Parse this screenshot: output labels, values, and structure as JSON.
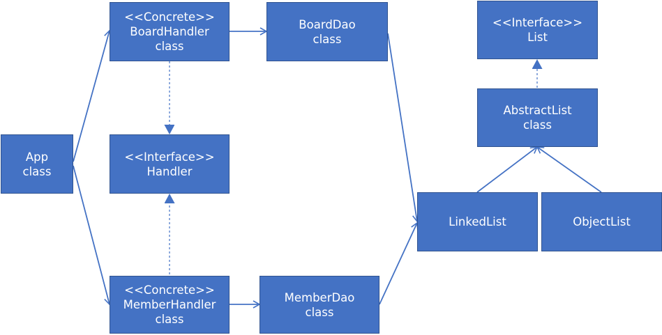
{
  "diagram": {
    "colors": {
      "box_fill": "#4472C4",
      "box_border": "#2F528F",
      "box_text": "#FFFFFF",
      "connector": "#4472C4"
    },
    "nodes": {
      "app": {
        "line1": "App",
        "line2": "class"
      },
      "board_handler": {
        "line1": "<<Concrete>>",
        "line2": "BoardHandler",
        "line3": "class"
      },
      "handler_interface": {
        "line1": "<<Interface>>",
        "line2": "Handler"
      },
      "member_handler": {
        "line1": "<<Concrete>>",
        "line2": "MemberHandler",
        "line3": "class"
      },
      "board_dao": {
        "line1": "BoardDao",
        "line2": "class"
      },
      "member_dao": {
        "line1": "MemberDao",
        "line2": "class"
      },
      "list_interface": {
        "line1": "<<Interface>>",
        "line2": "List"
      },
      "abstract_list": {
        "line1": "AbstractList",
        "line2": "class"
      },
      "linked_list": {
        "line1": "LinkedList"
      },
      "object_list": {
        "line1": "ObjectList"
      }
    },
    "edges": [
      {
        "from": "App class",
        "to": "BoardHandler class",
        "kind": "association"
      },
      {
        "from": "App class",
        "to": "MemberHandler class",
        "kind": "association"
      },
      {
        "from": "BoardHandler class",
        "to": "BoardDao class",
        "kind": "association"
      },
      {
        "from": "MemberHandler class",
        "to": "MemberDao class",
        "kind": "association"
      },
      {
        "from": "BoardHandler class",
        "to": "Handler",
        "kind": "realization"
      },
      {
        "from": "MemberHandler class",
        "to": "Handler",
        "kind": "realization"
      },
      {
        "from": "BoardDao class",
        "to": "LinkedList",
        "kind": "association"
      },
      {
        "from": "MemberDao class",
        "to": "LinkedList",
        "kind": "association"
      },
      {
        "from": "LinkedList",
        "to": "AbstractList class",
        "kind": "generalization"
      },
      {
        "from": "ObjectList",
        "to": "AbstractList class",
        "kind": "generalization"
      },
      {
        "from": "AbstractList class",
        "to": "List",
        "kind": "realization"
      }
    ]
  }
}
